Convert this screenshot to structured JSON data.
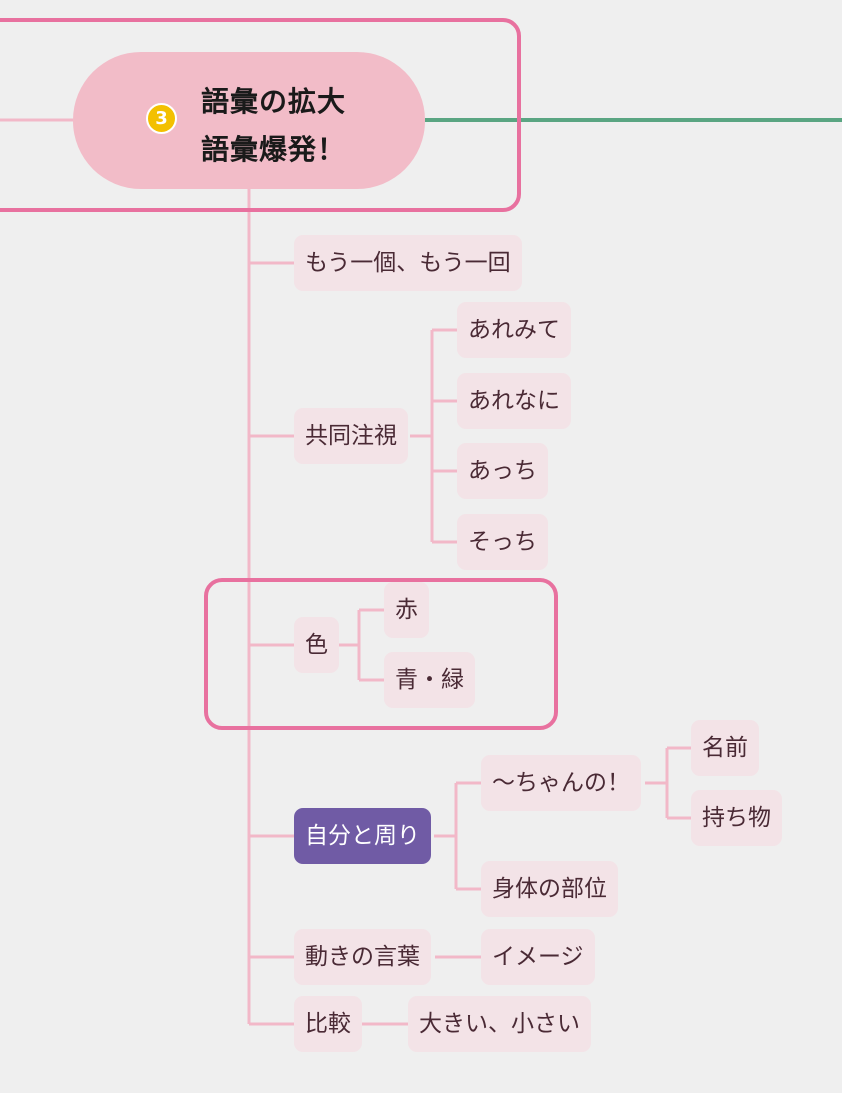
{
  "colors": {
    "background": "#efefef",
    "frame": "#e8719f",
    "root_fill": "#f2bcc8",
    "connector": "#f2b8c8",
    "right_branch": "#5aa582",
    "node_fill": "#f3e3e7",
    "selected_node_fill": "#705ba5",
    "badge": "#f3c000"
  },
  "root": {
    "badge": "3",
    "line1": "語彙の拡大",
    "line2": "語彙爆発！"
  },
  "nodes": {
    "n1": "もう一個、もう一回",
    "n2": "共同注視",
    "n2a": "あれみて",
    "n2b": "あれなに",
    "n2c": "あっち",
    "n2d": "そっち",
    "n3": "色",
    "n3a": "赤",
    "n3b": "青・緑",
    "n4": "自分と周り",
    "n4a": "〜ちゃんの！",
    "n4a1": "名前",
    "n4a2": "持ち物",
    "n4b": "身体の部位",
    "n5": "動きの言葉",
    "n5a": "イメージ",
    "n6": "比較",
    "n6a": "大きい、小さい"
  }
}
